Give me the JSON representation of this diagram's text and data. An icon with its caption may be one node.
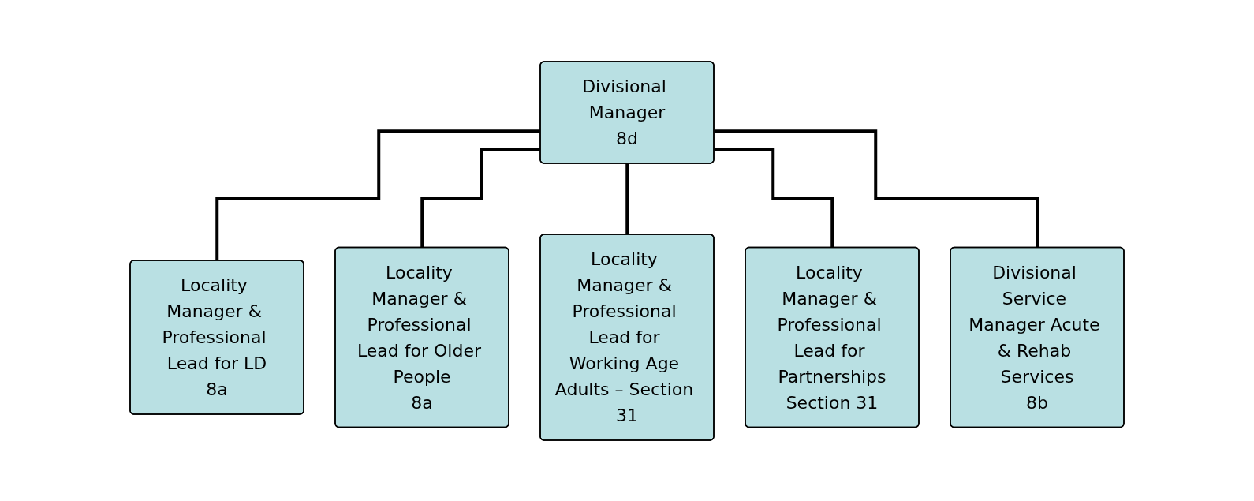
{
  "diagram": {
    "nodes": [
      {
        "text": [
          "Divisional Manager",
          "8d"
        ]
      },
      {
        "text": [
          "Locality Manager & Professional Lead for LD",
          "8a"
        ]
      },
      {
        "text": [
          "Locality Manager & Professional Lead for Older People",
          "8a"
        ]
      },
      {
        "text": [
          "Locality Manager & Professional Lead for Working Age Adults – Section 31"
        ]
      },
      {
        "text": [
          "Locality Manager & Professional Lead for Partnerships",
          "Section 31"
        ]
      },
      {
        "text": [
          "Divisional Service Manager Acute & Rehab Services",
          "8b"
        ]
      }
    ],
    "edges": [
      {
        "from": 0,
        "to": 1,
        "arrow": "none"
      },
      {
        "from": 0,
        "to": 2,
        "arrow": "none"
      },
      {
        "from": 0,
        "to": 3,
        "arrow": "none"
      },
      {
        "from": 0,
        "to": 4,
        "arrow": "none"
      },
      {
        "from": 0,
        "to": 5,
        "arrow": "none"
      }
    ]
  }
}
